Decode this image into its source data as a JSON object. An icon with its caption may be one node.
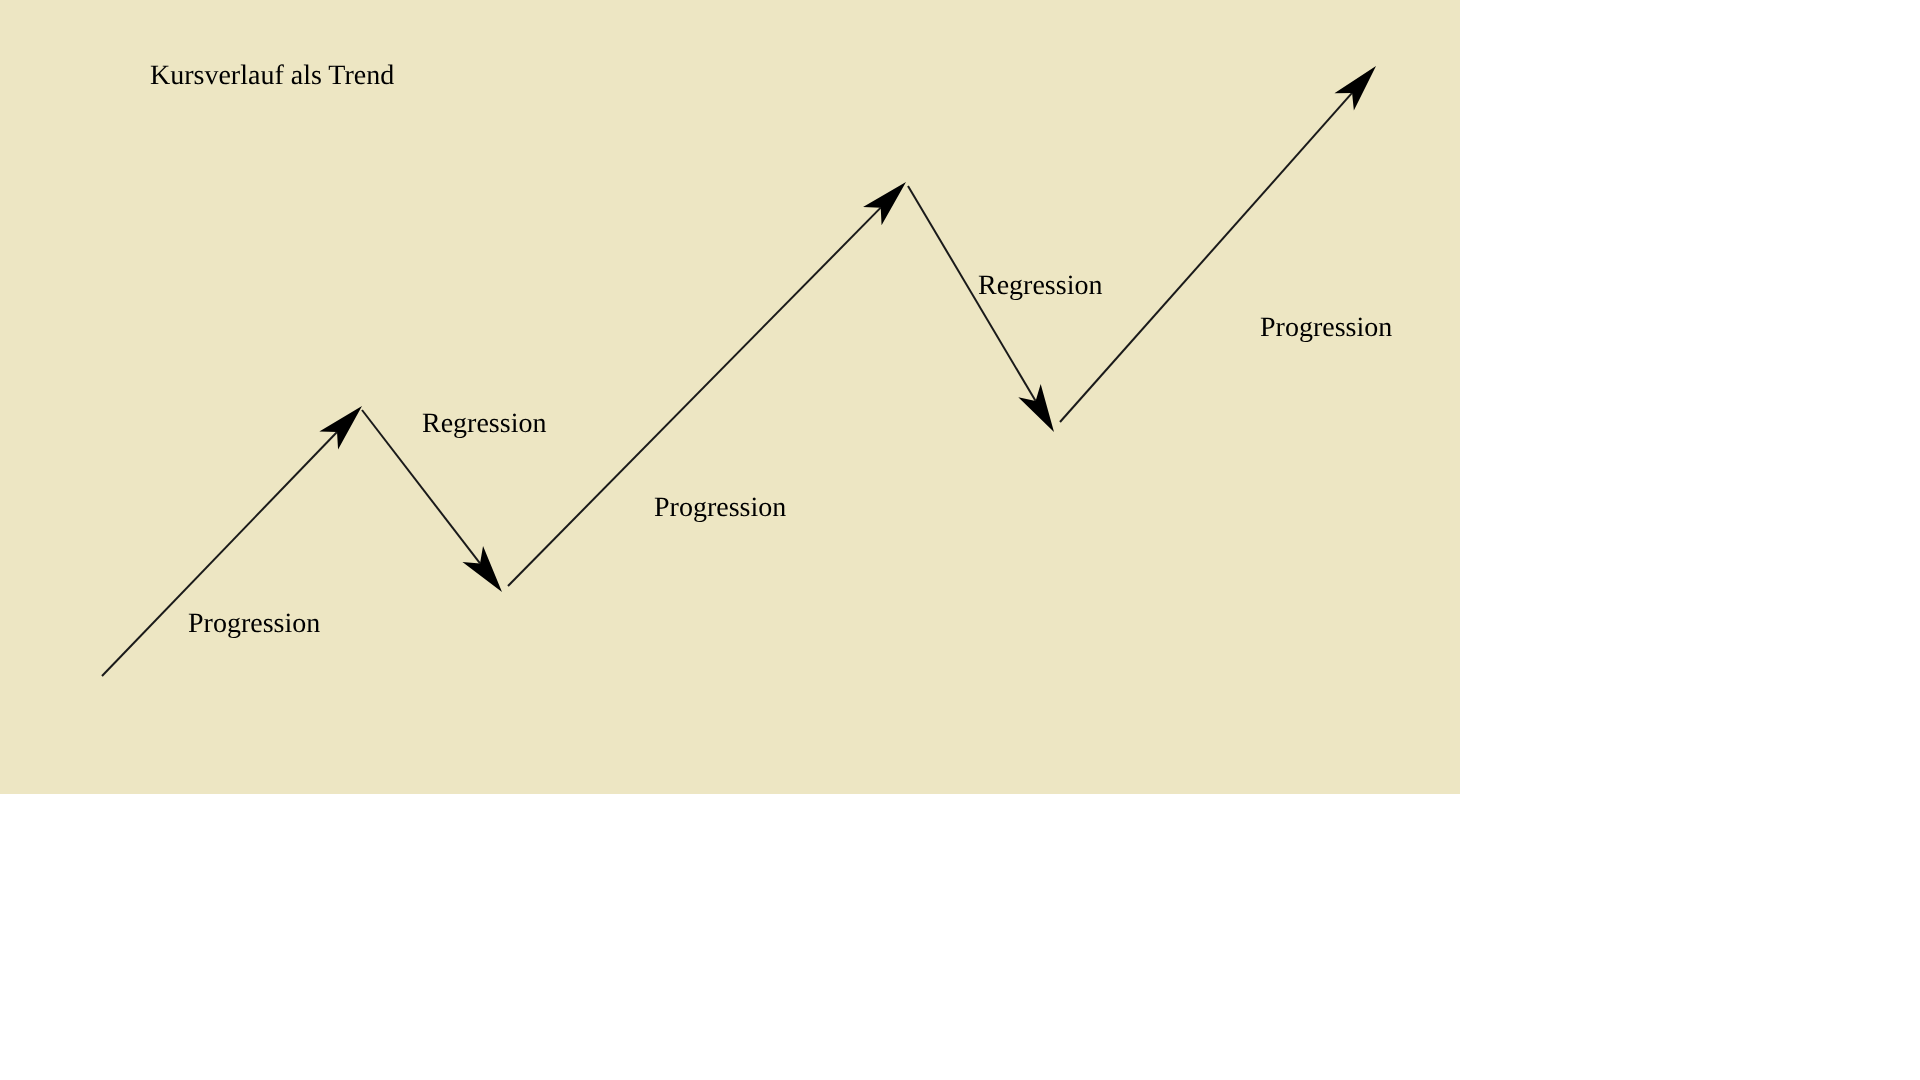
{
  "diagram": {
    "title": "Kursverlauf als Trend",
    "labels": [
      "Progression",
      "Regression",
      "Progression",
      "Regression",
      "Progression"
    ]
  }
}
